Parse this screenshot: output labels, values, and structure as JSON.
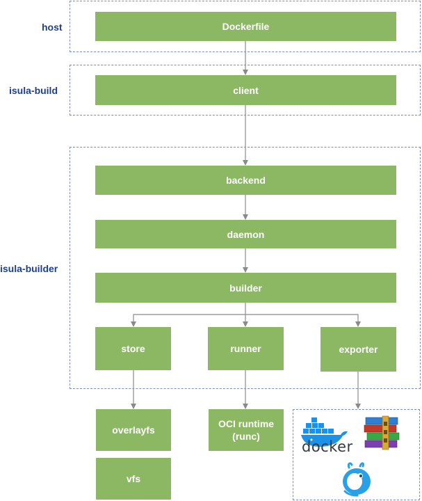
{
  "regions": {
    "host": "host",
    "isula_build": "isula-build",
    "isula_builder": "isula-builder"
  },
  "nodes": {
    "dockerfile": "Dockerfile",
    "client": "client",
    "backend": "backend",
    "daemon": "daemon",
    "builder": "builder",
    "store": "store",
    "runner": "runner",
    "exporter": "exporter",
    "overlayfs": "overlayfs",
    "oci_runtime_line1": "OCI runtime",
    "oci_runtime_line2": "(runc)",
    "vfs": "vfs"
  },
  "export_targets": {
    "docker_logo_text": "docker",
    "docker_logo_icon": "docker-whale-icon",
    "archive_icon": "winrar-archive-icon",
    "isula_icon": "isula-ant-icon"
  },
  "colors": {
    "box": "#8cb864",
    "box_text": "#ffffff",
    "label": "#1e3f8f",
    "border": "#7d8fb5",
    "arrow": "#8a8a8a",
    "docker": "#1d91e6",
    "isula": "#2aa0e6"
  }
}
